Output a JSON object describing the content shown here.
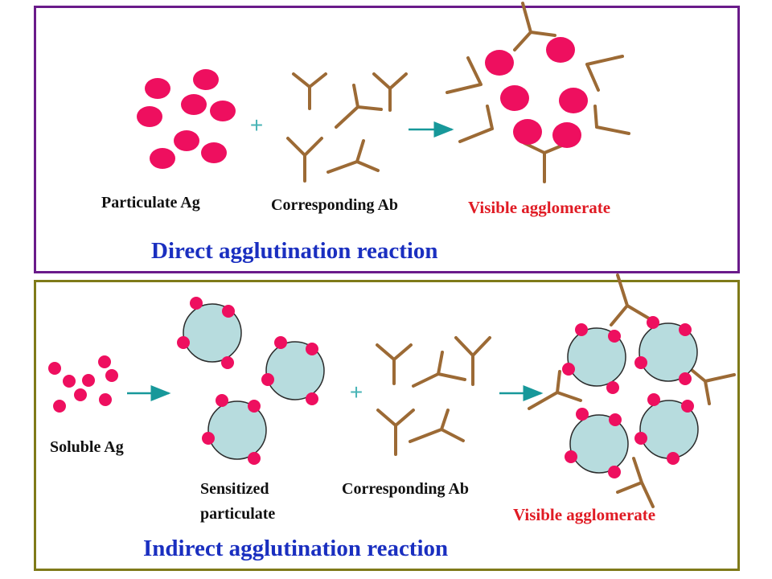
{
  "colors": {
    "antigen": "#ee0f5f",
    "antibody": "#9c6a35",
    "particle_fill": "#b7dcde",
    "particle_stroke": "#2b2b2b",
    "arrow": "#17989a",
    "plus": "#48b4b6",
    "border_top": "#6a1b8a",
    "border_bottom": "#7f7a19",
    "title_blue": "#1a2fc0",
    "label_red": "#e01b24"
  },
  "top": {
    "label_particulate_ag": "Particulate Ag",
    "label_corresponding_ab": "Corresponding Ab",
    "label_visible_agglomerate": "Visible agglomerate",
    "title": "Direct agglutination reaction",
    "plus": "+"
  },
  "bottom": {
    "label_soluble_ag": "Soluble Ag",
    "label_sensitized_line1": "Sensitized",
    "label_sensitized_line2": "particulate",
    "label_corresponding_ab": "Corresponding Ab",
    "label_visible_agglomerate": "Visible agglomerate",
    "title": "Indirect agglutination reaction",
    "plus": "+"
  }
}
